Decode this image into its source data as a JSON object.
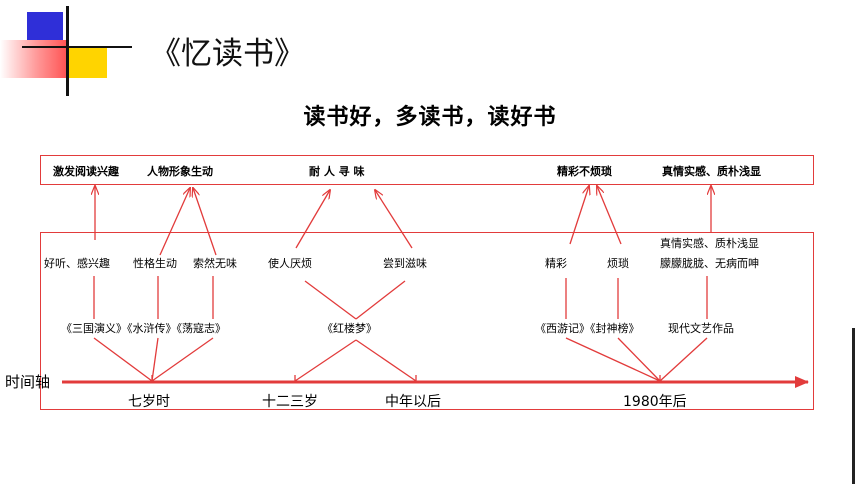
{
  "title": "《忆读书》",
  "subtitle": "读书好，多读书，读好书",
  "colors": {
    "accent_red": "#e23b3b",
    "deco_blue": "#2f2fd8",
    "deco_yellow": "#ffd400",
    "deco_red": "#ff5555"
  },
  "top_row": {
    "interest": "激发阅读兴趣",
    "character": "人物形象生动",
    "savor": "耐 人 寻 味",
    "exquisite": "精彩不烦琐",
    "plain": "真情实感、质朴浅显"
  },
  "mid_row": {
    "good_listen": "好听、感兴趣",
    "vivid": "性格生动",
    "bland": "索然无味",
    "boring": "使人厌烦",
    "tasteful": "尝到滋味",
    "wonderful": "精彩",
    "tedious": "烦琐",
    "plain2": "真情实感、质朴浅显",
    "vague": "朦朦胧胧、无病而呻"
  },
  "books": {
    "classics": "《三国演义》《水浒传》《荡寇志》",
    "red_mansion": "《红楼梦》",
    "journey_fengshen": "《西游记》《封神榜》",
    "modern": "现代文艺作品"
  },
  "timeline": {
    "label": "时间轴",
    "age7": "七岁时",
    "age12": "十二三岁",
    "middle_age": "中年以后",
    "year1980": "1980年后"
  }
}
